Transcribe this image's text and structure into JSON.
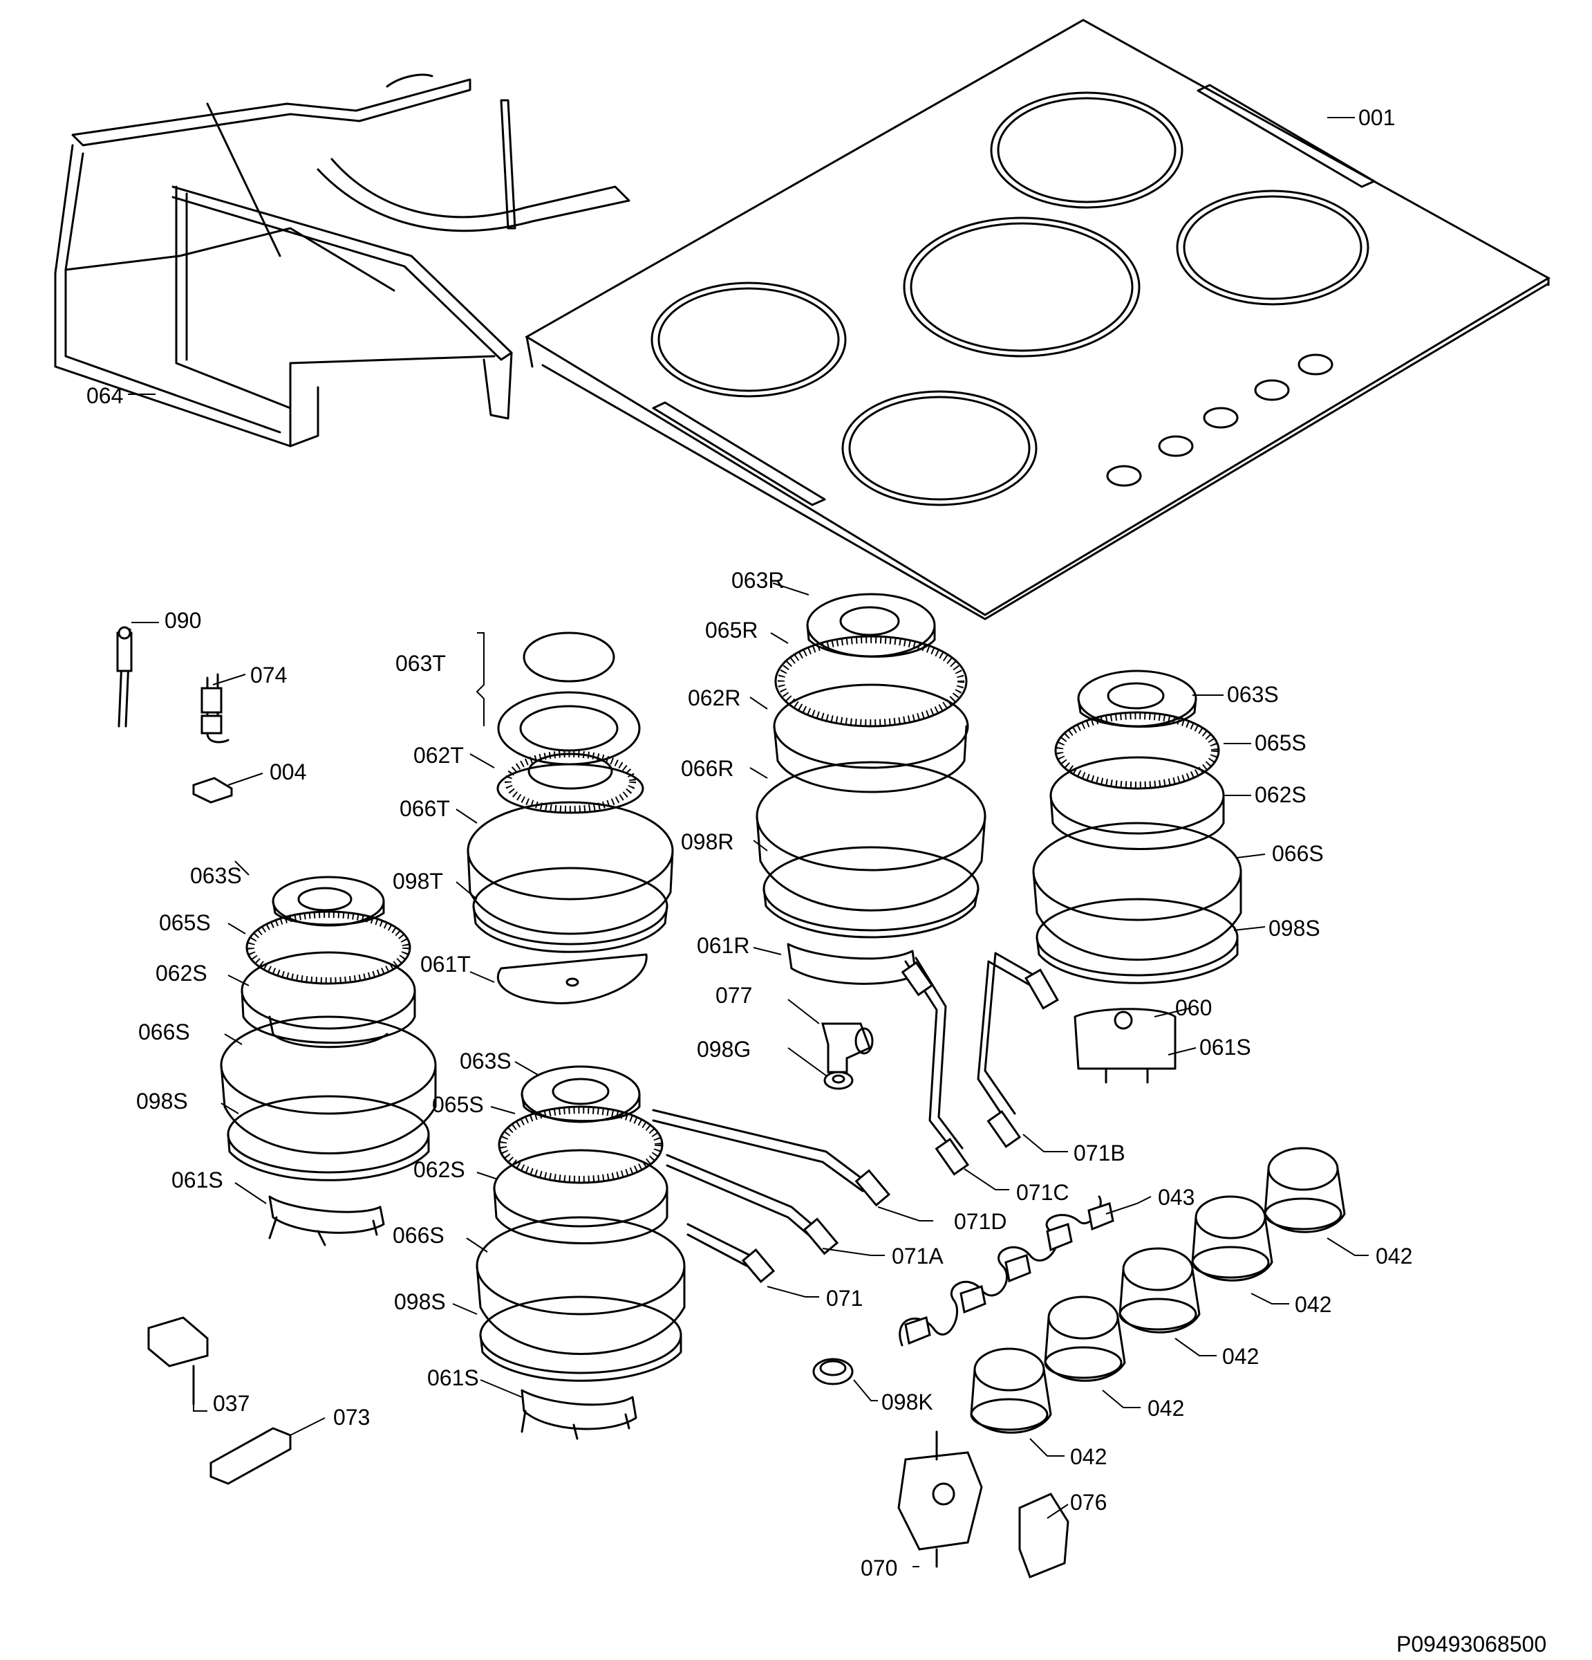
{
  "parts": {
    "p001": "001",
    "p064": "064",
    "p090": "090",
    "p074": "074",
    "p004": "004",
    "p063T": "063T",
    "p062T": "062T",
    "p066T": "066T",
    "p098T": "098T",
    "p061T": "061T",
    "p063R": "063R",
    "p065R": "065R",
    "p062R": "062R",
    "p066R": "066R",
    "p098R": "098R",
    "p061R": "061R",
    "p077": "077",
    "p098G": "098G",
    "p063S_r": "063S",
    "p065S_r": "065S",
    "p062S_r": "062S",
    "p066S_r": "066S",
    "p098S_r": "098S",
    "p060": "060",
    "p061S_r": "061S",
    "p063S_l": "063S",
    "p065S_l": "065S",
    "p062S_l": "062S",
    "p066S_l": "066S",
    "p098S_l": "098S",
    "p061S_l": "061S",
    "p063S_c": "063S",
    "p065S_c": "065S",
    "p062S_c": "062S",
    "p066S_c": "066S",
    "p098S_c": "098S",
    "p061S_c": "061S",
    "p071B": "071B",
    "p071C": "071C",
    "p071D": "071D",
    "p071A": "071A",
    "p071": "071",
    "p043": "043",
    "p042_1": "042",
    "p042_2": "042",
    "p042_3": "042",
    "p042_4": "042",
    "p042_5": "042",
    "p037": "037",
    "p073": "073",
    "p098K": "098K",
    "p070": "070",
    "p076": "076"
  },
  "drawing_code": "P09493068500"
}
